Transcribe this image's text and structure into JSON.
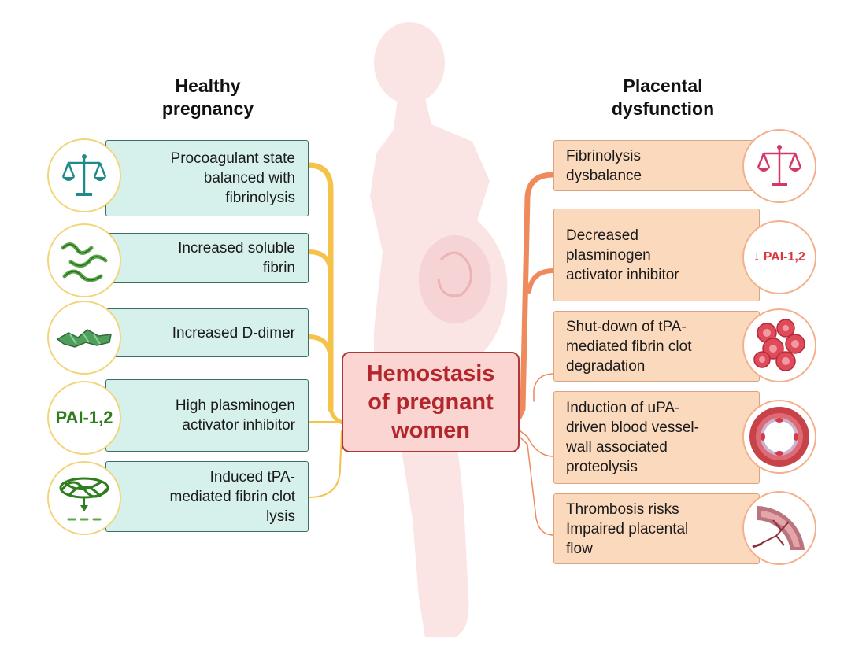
{
  "left_column": {
    "title_line1": "Healthy",
    "title_line2": "pregnancy",
    "items": [
      {
        "icon": "balance-scale-icon",
        "lines": [
          "Procoagulant state",
          "balanced with",
          "fibrinolysis"
        ]
      },
      {
        "icon": "soluble-fibrin-icon",
        "lines": [
          "Increased soluble",
          "fibrin"
        ]
      },
      {
        "icon": "d-dimer-icon",
        "lines": [
          "Increased D-dimer"
        ]
      },
      {
        "icon": "pai-text-icon",
        "icon_text": "PAI-1,2",
        "lines": [
          "High plasminogen",
          "activator inhibitor"
        ]
      },
      {
        "icon": "fibrin-clot-lysis-icon",
        "lines": [
          "Induced tPA-",
          "mediated fibrin clot",
          "lysis"
        ]
      }
    ]
  },
  "center": {
    "lines": [
      "Hemostasis",
      "of pregnant",
      "women"
    ]
  },
  "right_column": {
    "title_line1": "Placental",
    "title_line2": "dysfunction",
    "items": [
      {
        "icon": "balance-scale-icon",
        "lines": [
          "Fibrinolysis",
          "dysbalance"
        ]
      },
      {
        "icon": "pai-down-icon",
        "icon_text": "↓ PAI-1,2",
        "lines": [
          "Decreased",
          "plasminogen",
          "activator inhibitor"
        ]
      },
      {
        "icon": "red-blood-cells-icon",
        "lines": [
          "Shut-down of tPA-",
          "mediated fibrin clot",
          "degradation"
        ]
      },
      {
        "icon": "blood-vessel-icon",
        "lines": [
          "Induction of uPA-",
          "driven blood vessel-",
          "wall associated",
          "proteolysis"
        ]
      },
      {
        "icon": "placenta-icon",
        "lines": [
          "Thrombosis risks",
          "Impaired placental",
          "flow"
        ]
      }
    ]
  },
  "colors": {
    "left_box_fill": "#d6f1ec",
    "left_connector": "#f5c24a",
    "right_box_fill": "#fbd9bd",
    "right_connector": "#ee8a5c",
    "center_text": "#b3262c",
    "center_fill": "#fad5d2",
    "silhouette": "#fbe4e4"
  }
}
